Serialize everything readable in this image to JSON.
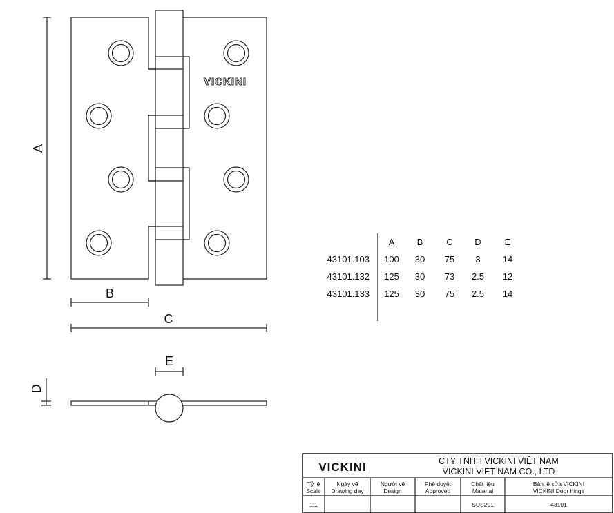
{
  "drawing": {
    "brand_mark": "VICKINI",
    "dimension_labels": {
      "A": "A",
      "B": "B",
      "C": "C",
      "D": "D",
      "E": "E"
    }
  },
  "spec_table": {
    "headers": [
      "A",
      "B",
      "C",
      "D",
      "E"
    ],
    "rows": [
      {
        "code": "43101.103",
        "values": [
          "100",
          "30",
          "75",
          "3",
          "14"
        ]
      },
      {
        "code": "43101.132",
        "values": [
          "125",
          "30",
          "73",
          "2.5",
          "12"
        ]
      },
      {
        "code": "43101.133",
        "values": [
          "125",
          "30",
          "75",
          "2.5",
          "14"
        ]
      }
    ]
  },
  "title_block": {
    "logo": "VICKINI",
    "company_vn": "CTY TNHH VICKINI VIỆT NAM",
    "company_en": "VICKINI VIET NAM CO., LTD",
    "columns": [
      {
        "vn": "Tỷ lệ",
        "en": "Scale",
        "value": "1:1"
      },
      {
        "vn": "Ngày vẽ",
        "en": "Drawing day",
        "value": ""
      },
      {
        "vn": "Người vẽ",
        "en": "Design",
        "value": ""
      },
      {
        "vn": "Phê duyệt",
        "en": "Approved",
        "value": ""
      },
      {
        "vn": "Chất liệu",
        "en": "Material",
        "value": "SUS201"
      },
      {
        "vn": "Bản lề cửa VICKINI",
        "en": "VICKINI Door hinge",
        "value": "43101"
      }
    ]
  }
}
